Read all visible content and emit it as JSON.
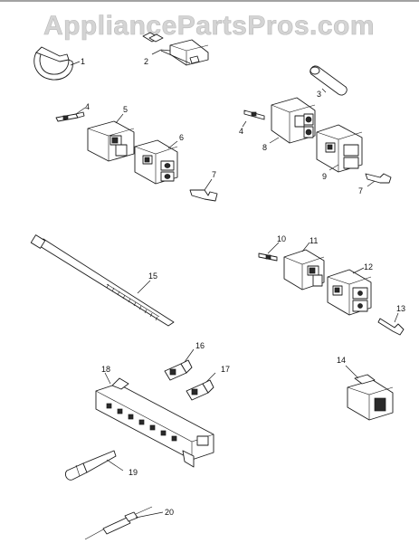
{
  "watermark": "AppliancePartsPros.com",
  "callouts": [
    "1",
    "2",
    "3",
    "4",
    "5",
    "6",
    "7",
    "4",
    "8",
    "9",
    "7",
    "10",
    "11",
    "12",
    "13",
    "14",
    "15",
    "16",
    "17",
    "18",
    "19",
    "20"
  ]
}
